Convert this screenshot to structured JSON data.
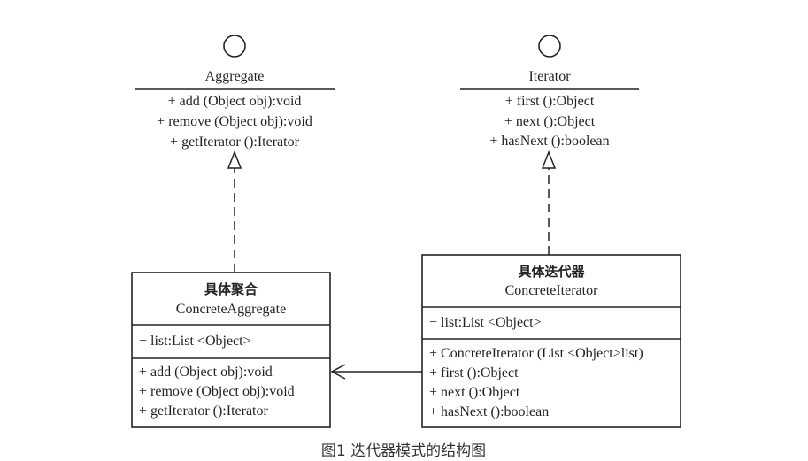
{
  "aggregate_interface": {
    "name": "Aggregate",
    "operations": [
      "+ add (Object obj):void",
      "+ remove (Object obj):void",
      "+ getIterator ():Iterator"
    ]
  },
  "iterator_interface": {
    "name": "Iterator",
    "operations": [
      "+ first ():Object",
      "+ next ():Object",
      "+ hasNext ():boolean"
    ]
  },
  "concrete_aggregate": {
    "name_cn": "具体聚合",
    "name": "ConcreteAggregate",
    "attributes": [
      "− list:List <Object>"
    ],
    "operations": [
      "+ add (Object obj):void",
      "+ remove (Object obj):void",
      "+ getIterator ():Iterator"
    ]
  },
  "concrete_iterator": {
    "name_cn": "具体迭代器",
    "name": "ConcreteIterator",
    "attributes": [
      "− list:List <Object>"
    ],
    "operations": [
      "+ ConcreteIterator (List <Object>list)",
      "+ first ():Object",
      "+ next ():Object",
      "+ hasNext ():boolean"
    ]
  },
  "caption": "图1 迭代器模式的结构图"
}
